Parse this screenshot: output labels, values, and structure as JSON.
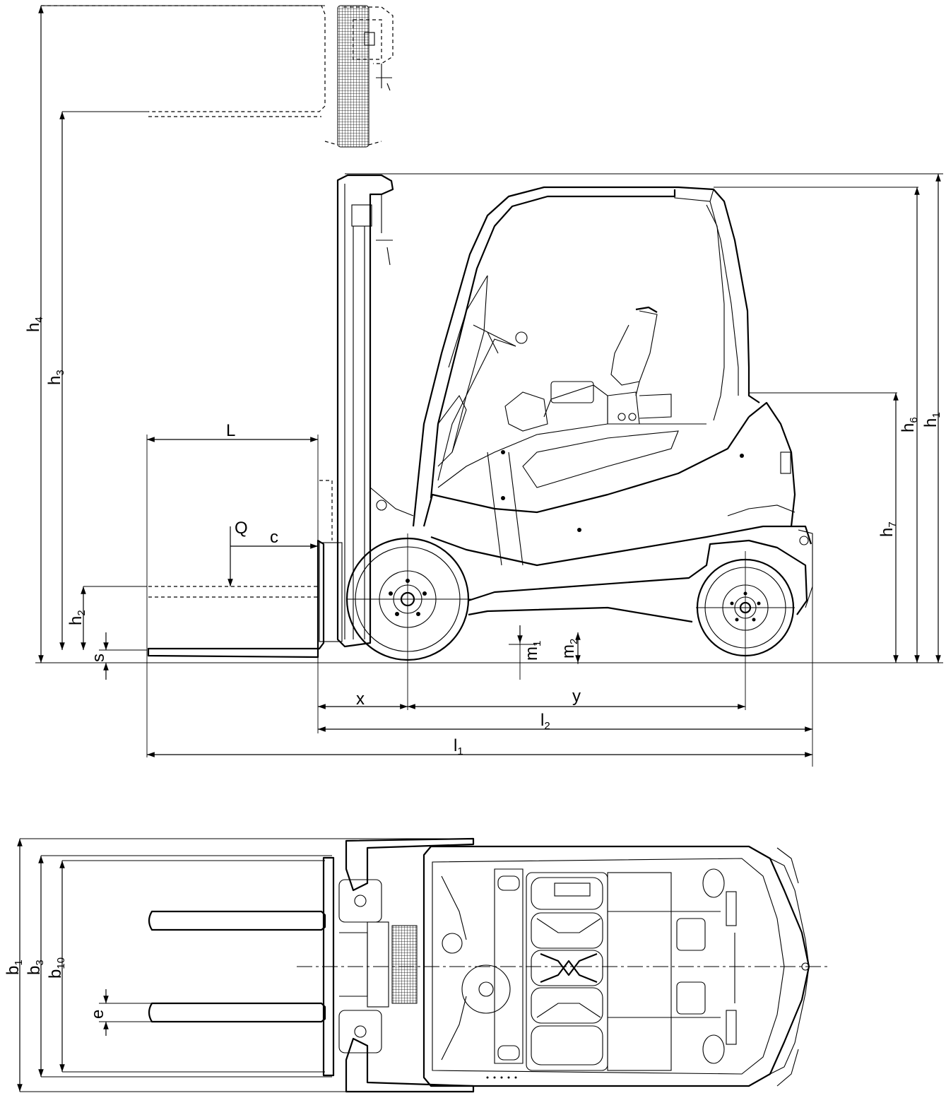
{
  "labels": {
    "h1": {
      "main": "h",
      "sub": "1"
    },
    "h2": {
      "main": "h",
      "sub": "2"
    },
    "h3": {
      "main": "h",
      "sub": "3"
    },
    "h4": {
      "main": "h",
      "sub": "4"
    },
    "h6": {
      "main": "h",
      "sub": "6"
    },
    "h7": {
      "main": "h",
      "sub": "7"
    },
    "s": {
      "main": "s"
    },
    "L": {
      "main": "L"
    },
    "Q": {
      "main": "Q"
    },
    "c": {
      "main": "c"
    },
    "m1": {
      "main": "m",
      "sub": "1"
    },
    "m2": {
      "main": "m",
      "sub": "2"
    },
    "x": {
      "main": "x"
    },
    "y": {
      "main": "y"
    },
    "l1": {
      "main": "l",
      "sub": "1"
    },
    "l2": {
      "main": "l",
      "sub": "2"
    },
    "b1": {
      "main": "b",
      "sub": "1"
    },
    "b3": {
      "main": "b",
      "sub": "3"
    },
    "b10": {
      "main": "b",
      "sub": "10"
    },
    "e": {
      "main": "e"
    }
  }
}
